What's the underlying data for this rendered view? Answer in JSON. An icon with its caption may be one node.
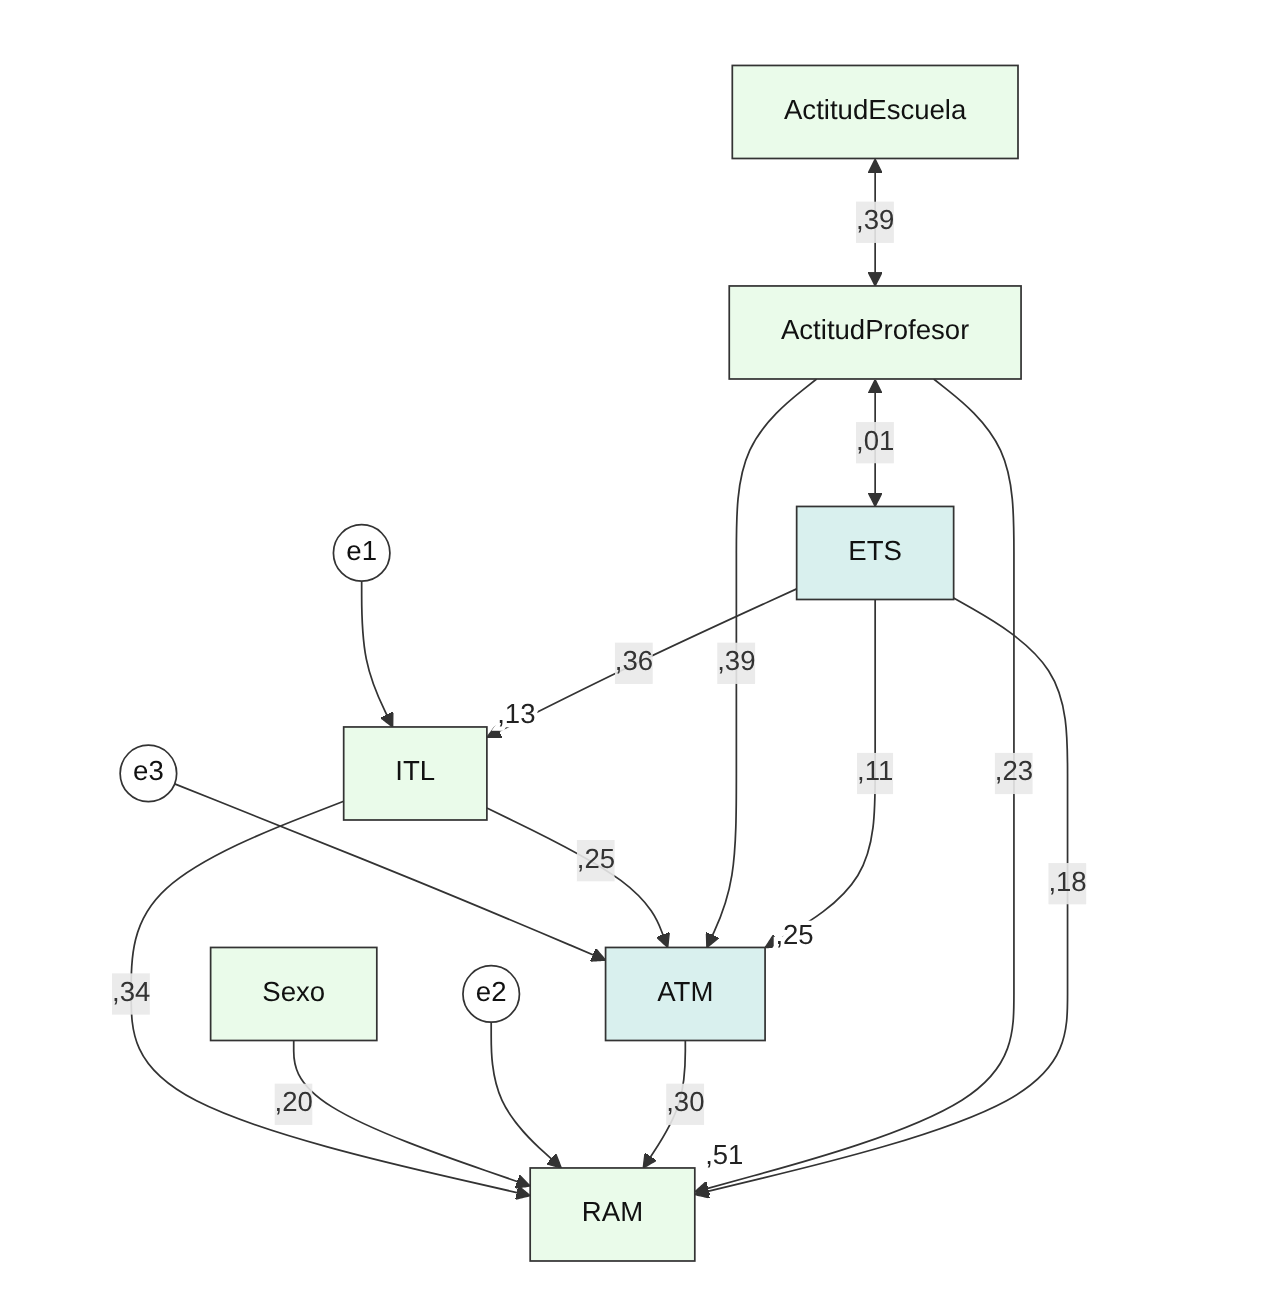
{
  "diagram": {
    "nodes": [
      {
        "text": [
          "e3"
        ]
      },
      {
        "text": [
          "e1"
        ]
      },
      {
        "text": [
          "ITL"
        ],
        "beside": [
          ",13"
        ]
      },
      {
        "text": [
          "ATM"
        ],
        "beside": [
          ",25"
        ]
      },
      {
        "text": [
          "Sexo"
        ]
      },
      {
        "text": [
          "e2"
        ]
      },
      {
        "text": [
          "RAM"
        ],
        "beside": [
          ",51"
        ]
      },
      {
        "text": [
          "ActitudEscuela"
        ]
      },
      {
        "text": [
          "ActitudProfesor"
        ]
      },
      {
        "text": [
          "ETS"
        ]
      }
    ],
    "edges": [
      {
        "from": 0,
        "to": 3,
        "arrow": "to"
      },
      {
        "from": 1,
        "to": 2,
        "arrow": "to"
      },
      {
        "from": 2,
        "to": 3,
        "arrow": "to",
        "label": ",25"
      },
      {
        "from": 2,
        "to": 6,
        "arrow": "to",
        "label": ",34"
      },
      {
        "from": 4,
        "to": 6,
        "arrow": "to",
        "label": ",20"
      },
      {
        "from": 5,
        "to": 6,
        "arrow": "to"
      },
      {
        "from": 3,
        "to": 6,
        "arrow": "to",
        "label": ",30"
      },
      {
        "from": 8,
        "to": 3,
        "arrow": "to",
        "label": ",39"
      },
      {
        "from": 9,
        "to": 3,
        "arrow": "to",
        "label": ",11"
      },
      {
        "from": 9,
        "to": 2,
        "arrow": "to",
        "label": ",36"
      },
      {
        "from": 8,
        "to": 6,
        "arrow": "to",
        "label": ",23"
      },
      {
        "from": 9,
        "to": 6,
        "arrow": "to",
        "label": ",18"
      },
      {
        "from": 7,
        "to": 8,
        "arrow": "both",
        "label": ",39"
      },
      {
        "from": 8,
        "to": 9,
        "arrow": "both",
        "label": ",01"
      }
    ]
  }
}
